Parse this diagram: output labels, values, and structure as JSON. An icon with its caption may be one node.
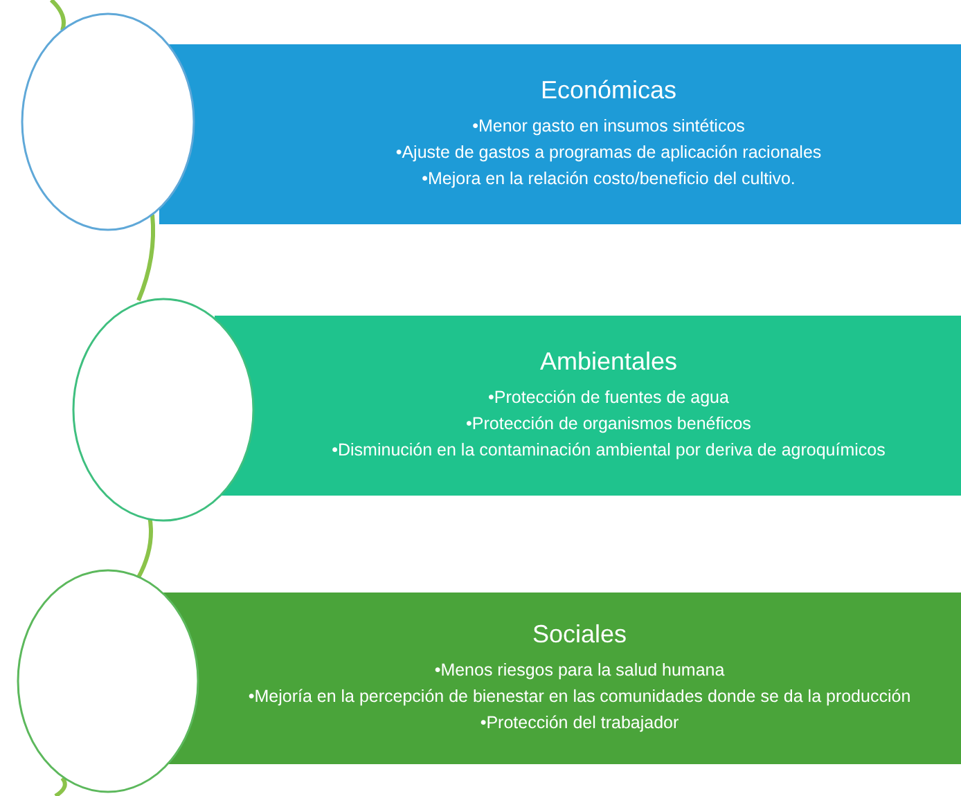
{
  "diagram": {
    "nodes": [
      {
        "text": [],
        "shape": "circle"
      },
      {
        "text": [
          "Económicas",
          "•Menor gasto en insumos sintéticos",
          "•Ajuste de gastos a programas de aplicación racionales",
          "•Mejora en la relación costo/beneficio del cultivo."
        ]
      },
      {
        "text": [],
        "shape": "circle"
      },
      {
        "text": [
          "Ambientales",
          "•Protección de fuentes de agua",
          "•Protección de organismos benéficos",
          "•Disminución en la contaminación ambiental por deriva de agroquímicos"
        ]
      },
      {
        "text": [],
        "shape": "circle"
      },
      {
        "text": [
          "Sociales",
          "•Menos riesgos para la salud humana",
          "•Mejoría en la percepción de bienestar en las comunidades donde se da la producción",
          "•Protección del trabajador"
        ]
      }
    ],
    "edges": [
      {
        "from": null,
        "to": 0,
        "arrow": "none"
      },
      {
        "from": 0,
        "to": 2,
        "arrow": "none"
      },
      {
        "from": 2,
        "to": 4,
        "arrow": "none"
      },
      {
        "from": 4,
        "to": null,
        "arrow": "none"
      }
    ]
  }
}
